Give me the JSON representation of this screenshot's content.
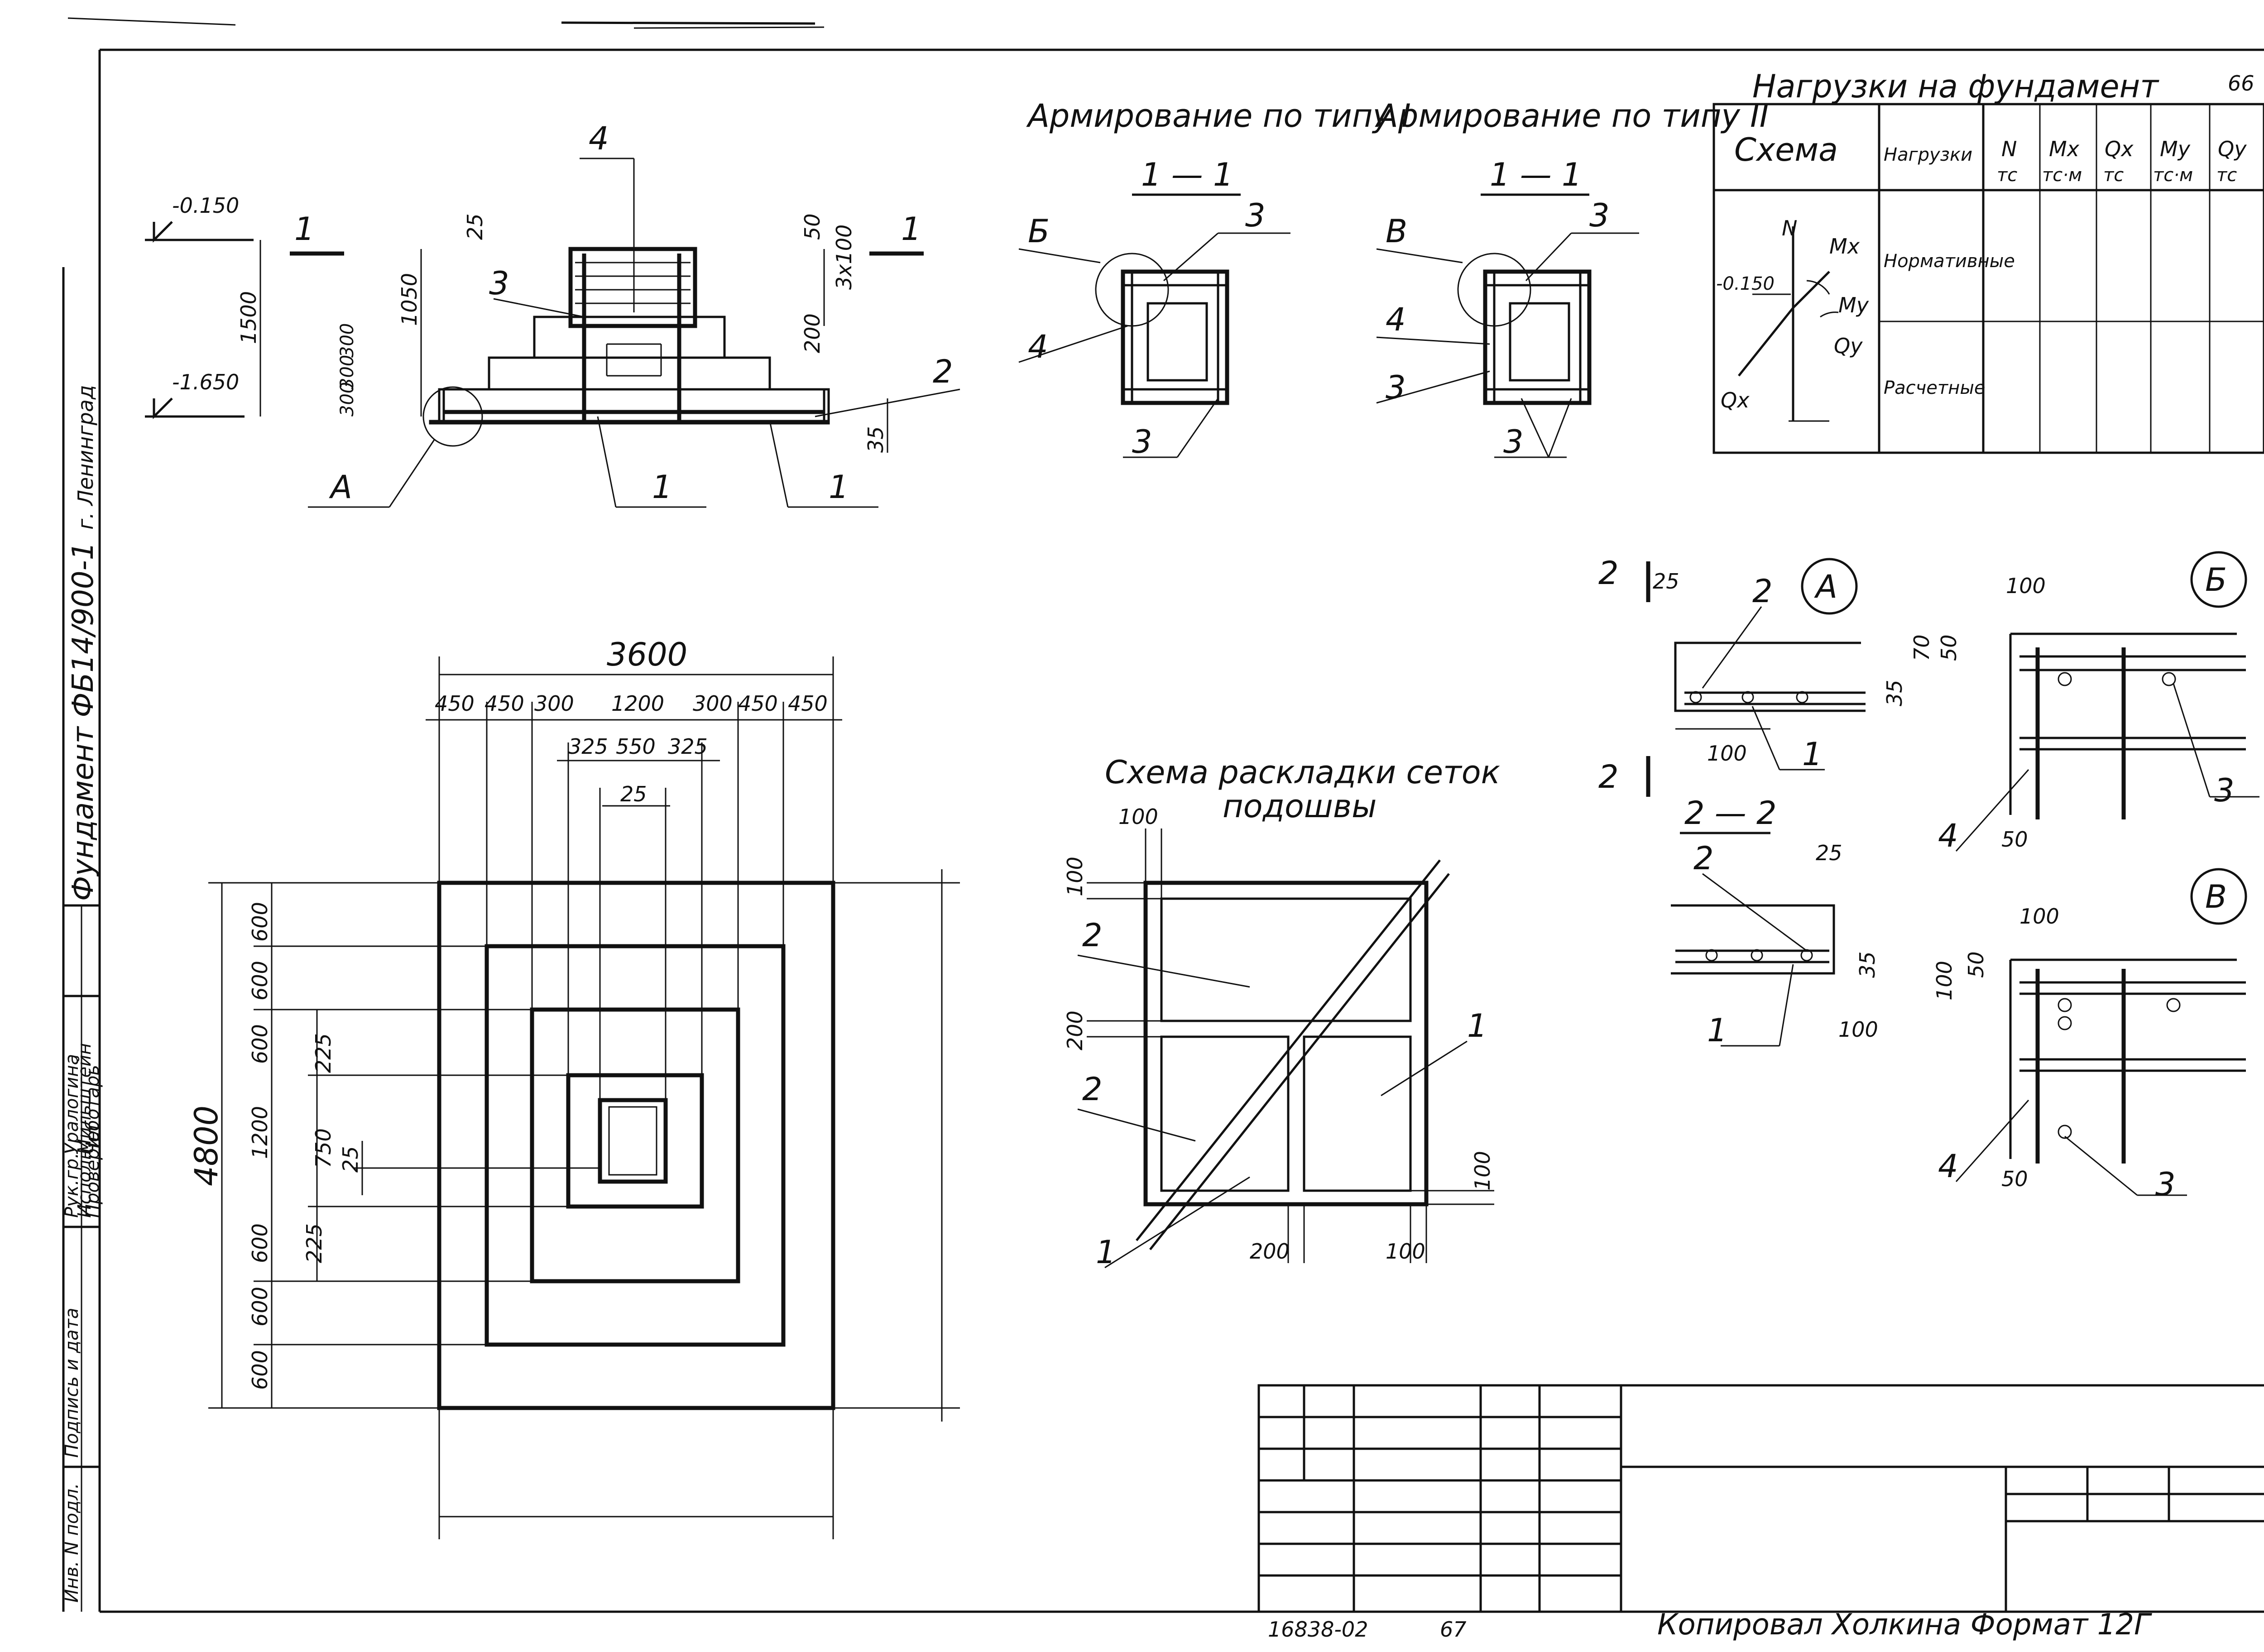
{
  "sheet": {
    "sheet_no": "66",
    "archive_no": "16838-02",
    "page_no": "67",
    "footer_copied": "Копировал  Холкина  Формат  12Г"
  },
  "side_stamp": {
    "title": "Фундамент ФБ14/900-1",
    "city": "г. Ленинград",
    "roles": [
      "Рук.гр.",
      "Исполн.",
      "Проверил"
    ],
    "names": [
      "Уралогина",
      "Мильштейн",
      "Чеботарь"
    ],
    "col_inv": "Инв. N подл.",
    "col_sign": "Подпись и дата"
  },
  "loads_table": {
    "title": "Нагрузки на фундамент",
    "col_scheme": "Схема",
    "col_load": "Нагрузки",
    "cols": [
      "N",
      "Mx",
      "Qx",
      "My",
      "Qy"
    ],
    "units": [
      "тс",
      "тс·м",
      "тс",
      "тс·м",
      "тс"
    ],
    "rows": [
      "Нормативные",
      "Расчетные"
    ],
    "axis_labels": [
      "N",
      "Mx",
      "My",
      "Qy",
      "Qx"
    ],
    "elev": "-0.150"
  },
  "section": {
    "cut_mark": "1",
    "elev_top": "-0.150",
    "elev_bottom": "-1.650",
    "dims": [
      "1500",
      "1050",
      "300",
      "300",
      "300",
      "25",
      "50",
      "3x100",
      "200",
      "35"
    ],
    "callouts": [
      "4",
      "3",
      "2",
      "1",
      "1",
      "A"
    ]
  },
  "reinf": {
    "type1_title": "Армирование по типу I",
    "type2_title": "Армирование по типу II",
    "cut_label": "1 — 1",
    "type1_marks": [
      "Б",
      "3",
      "4",
      "3"
    ],
    "type2_marks": [
      "В",
      "3",
      "4",
      "3",
      "3"
    ]
  },
  "plan": {
    "width_total": "3600",
    "width_parts": [
      "450",
      "450",
      "300",
      "1200",
      "300",
      "450",
      "450"
    ],
    "inner_parts": [
      "325",
      "550",
      "325"
    ],
    "gap": "25",
    "height_total": "4800",
    "height_parts": [
      "600",
      "600",
      "600",
      "1200",
      "600",
      "600",
      "600"
    ],
    "inner_v": [
      "225",
      "750",
      "225"
    ],
    "gap_v": "25"
  },
  "mesh": {
    "title_line1": "Схема раскладки сеток",
    "title_line2": "подошвы",
    "dims": [
      "100",
      "100",
      "200",
      "100",
      "200",
      "100"
    ],
    "marks": [
      "2",
      "2",
      "1",
      "1"
    ]
  },
  "detail_a": {
    "label": "А",
    "cut": "2",
    "dims": [
      "25",
      "35",
      "100"
    ],
    "marks": [
      "2",
      "1"
    ]
  },
  "section_22": {
    "label": "2 — 2",
    "dims": [
      "25",
      "35",
      "100"
    ],
    "marks": [
      "2",
      "1"
    ]
  },
  "detail_b": {
    "label": "Б",
    "dims": [
      "100",
      "70",
      "50",
      "50"
    ],
    "marks": [
      "3",
      "4"
    ]
  },
  "detail_v": {
    "label": "В",
    "dims": [
      "100",
      "50",
      "100",
      "50"
    ],
    "marks": [
      "3",
      "4"
    ]
  }
}
